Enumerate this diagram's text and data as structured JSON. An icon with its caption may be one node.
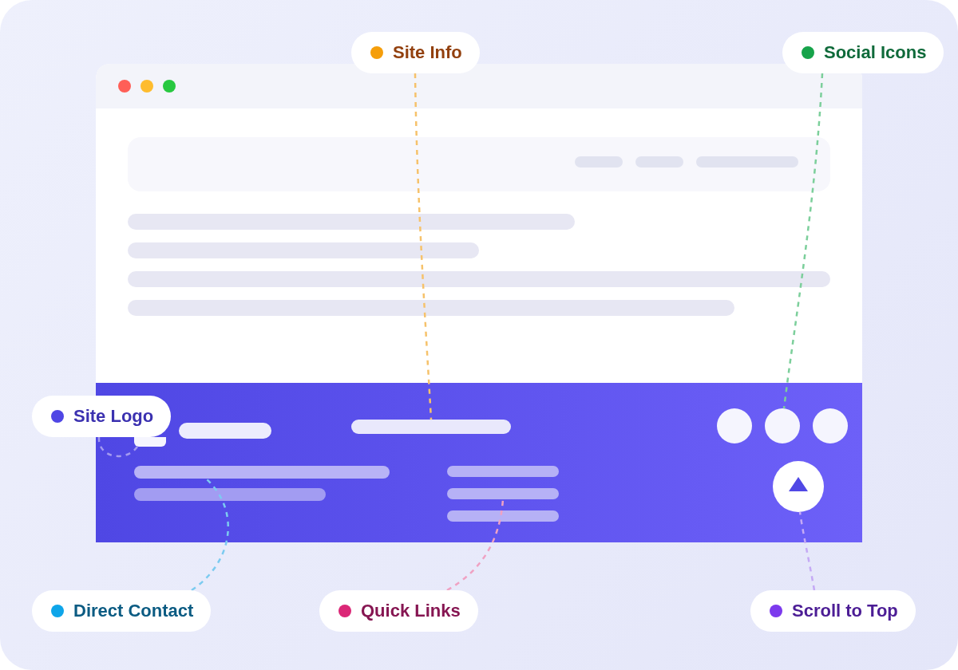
{
  "diagram": {
    "nodes": [
      {
        "text": [
          "Site Info"
        ]
      },
      {
        "text": [
          "Social Icons"
        ]
      },
      {
        "text": [
          "Site Logo"
        ]
      },
      {
        "text": [
          "Direct Contact"
        ]
      },
      {
        "text": [
          "Quick Links"
        ]
      },
      {
        "text": [
          "Scroll to Top"
        ]
      },
      {
        "text": [],
        "shape": "box"
      },
      {
        "text": [],
        "shape": "bar"
      },
      {
        "text": [],
        "shape": "circle"
      },
      {
        "text": [],
        "shape": "bar"
      },
      {
        "text": [],
        "shape": "bar"
      },
      {
        "text": [],
        "shape": "circle"
      }
    ],
    "edges": [
      {
        "from": 0,
        "to": 7,
        "arrow": "none",
        "style": "dashed",
        "color": "#f6c26b"
      },
      {
        "from": 1,
        "to": 8,
        "arrow": "none",
        "style": "dashed",
        "color": "#7ccf9b"
      },
      {
        "from": 2,
        "to": 6,
        "arrow": "none",
        "style": "dashed",
        "color": "#a39af0"
      },
      {
        "from": 3,
        "to": 9,
        "arrow": "none",
        "style": "dashed",
        "color": "#7ccbf0"
      },
      {
        "from": 4,
        "to": 10,
        "arrow": "none",
        "style": "dashed",
        "color": "#f0a2c3"
      },
      {
        "from": 5,
        "to": 11,
        "arrow": "none",
        "style": "dashed",
        "color": "#c5aaf5"
      }
    ]
  }
}
